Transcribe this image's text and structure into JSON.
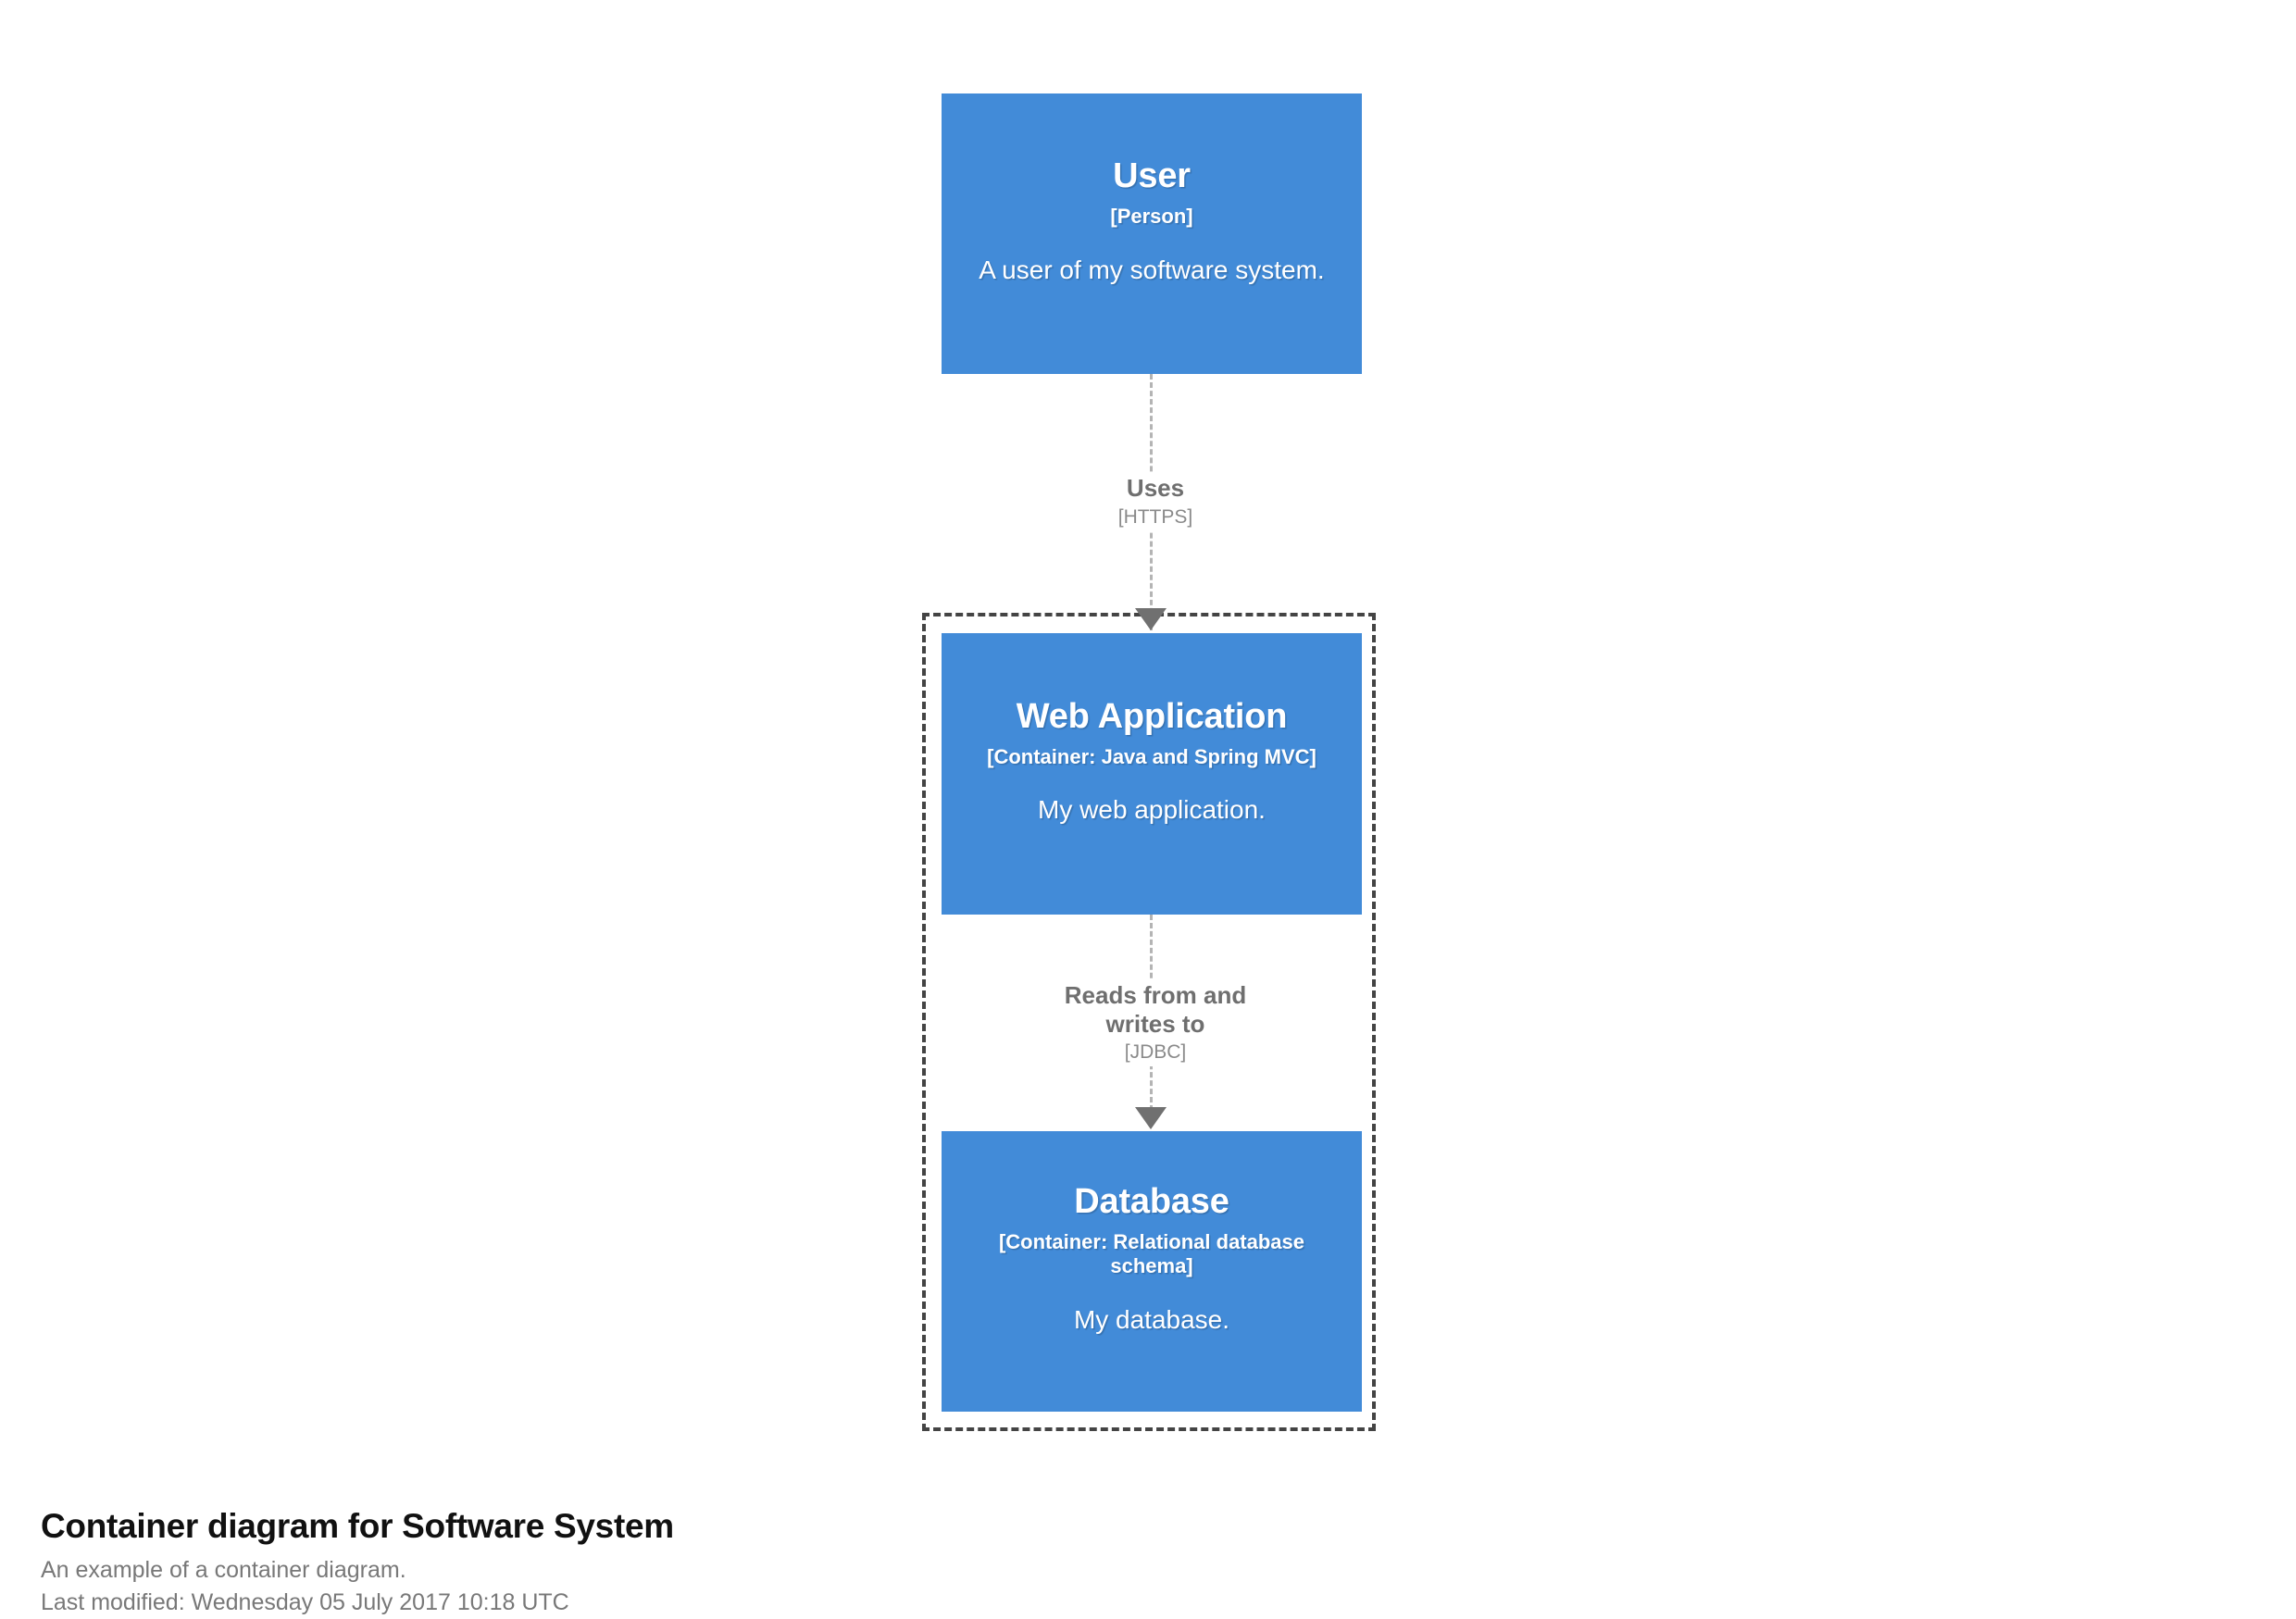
{
  "diagram": {
    "title": "Container diagram for Software System",
    "description": "An example of a container diagram.",
    "last_modified": "Last modified: Wednesday 05 July 2017 10:18 UTC",
    "accent_color": "#428bd8",
    "boundary_color": "#444444",
    "relationship_color": "#707070"
  },
  "nodes": [
    {
      "name": "User",
      "type": "[Person]",
      "description": "A user of my software system."
    },
    {
      "name": "Web Application",
      "type": "[Container: Java and Spring MVC]",
      "description": "My web application."
    },
    {
      "name": "Database",
      "type": "[Container: Relational database schema]",
      "description": "My database."
    }
  ],
  "relationships": [
    {
      "description": "Uses",
      "technology": "[HTTPS]"
    },
    {
      "description": "Reads from and writes to",
      "technology": "[JDBC]"
    }
  ]
}
